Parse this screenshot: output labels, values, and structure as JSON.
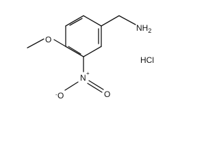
{
  "atoms": {
    "methoxy_oxygen": "O",
    "amine": "NH",
    "amine_subscript": "2",
    "nitro_nitrogen": "N",
    "nitro_charge_plus": "+",
    "nitro_oxygen_double": "O",
    "nitro_oxygen_single": "O",
    "nitro_charge_minus": "-"
  },
  "salt": "HCl"
}
